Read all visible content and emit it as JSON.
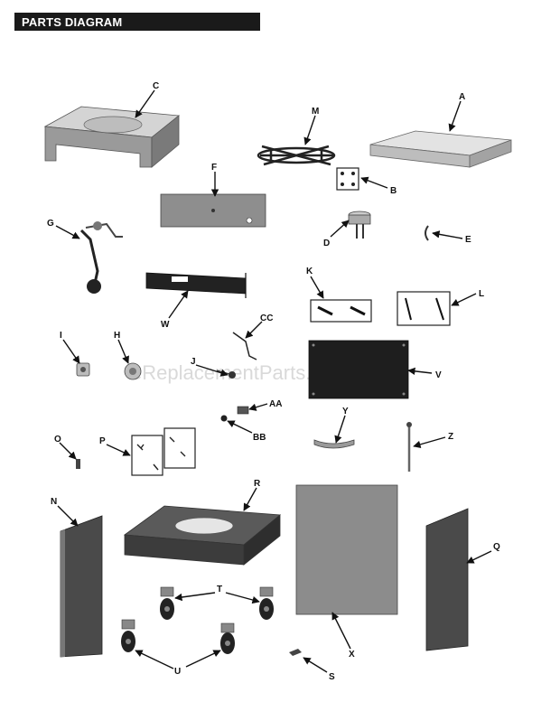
{
  "header": {
    "title": "PARTS DIAGRAM"
  },
  "watermark": "eReplacementParts.com",
  "labels": {
    "A": "A",
    "B": "B",
    "C": "C",
    "D": "D",
    "E": "E",
    "F": "F",
    "G": "G",
    "H": "H",
    "I": "I",
    "J": "J",
    "K": "K",
    "L": "L",
    "M": "M",
    "N": "N",
    "O": "O",
    "P": "P",
    "Q": "Q",
    "R": "R",
    "S": "S",
    "T": "T",
    "U": "U",
    "V": "V",
    "W": "W",
    "X": "X",
    "Y": "Y",
    "Z": "Z",
    "AA": "AA",
    "BB": "BB",
    "CC": "CC"
  },
  "colors": {
    "header_bg": "#1a1a1a",
    "part_gray": "#8a8a8a",
    "part_dark": "#3c3c3c",
    "part_light": "#d6d6d6"
  }
}
